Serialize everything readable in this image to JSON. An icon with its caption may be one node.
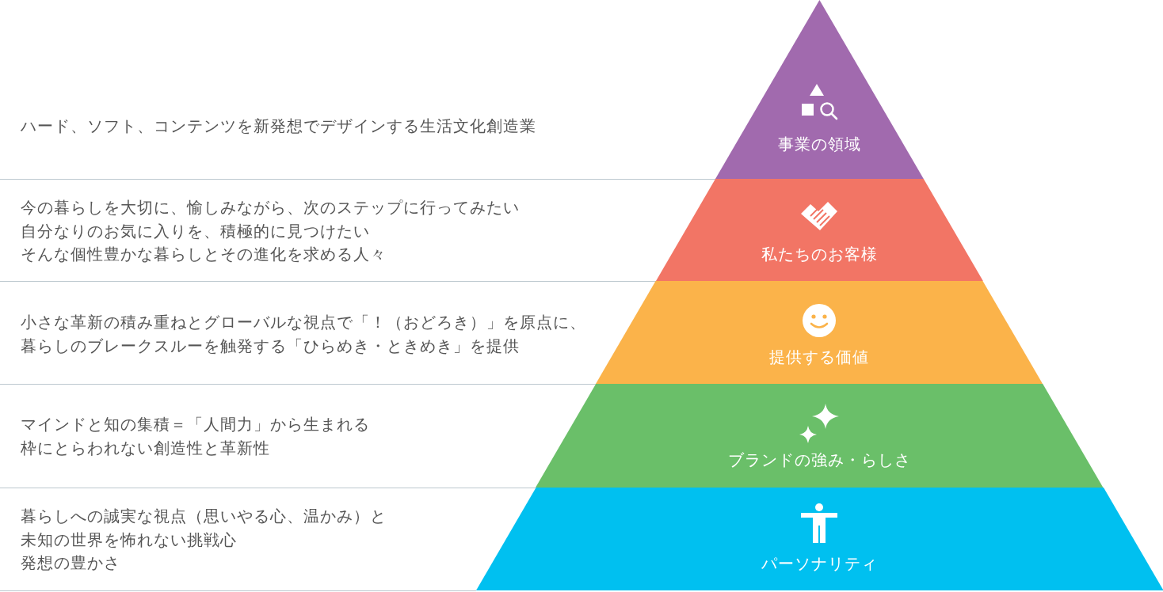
{
  "diagram": {
    "nodes": [
      {
        "text": [
          "事業の領域"
        ]
      },
      {
        "text": [
          "私たちのお客様"
        ]
      },
      {
        "text": [
          "提供する価値"
        ]
      },
      {
        "text": [
          "ブランドの強み・らしさ"
        ]
      },
      {
        "text": [
          "パーソナリティ"
        ]
      }
    ],
    "labels": [
      "ハード、ソフト、コンテンツを新発想でデザインする生活文化創造業",
      "今の暮らしを大切に、愉しみながら、次のステップに行ってみたい",
      "自分なりのお気に入りを、積極的に見つけたい",
      "そんな個性豊かな暮らしとその進化を求める人々",
      "小さな革新の積み重ねとグローバルな視点で「！（おどろき）」を原点に、暮らしのブレークスルーを触発する「ひらめき・ときめき」を提供",
      "マインドと知の集積＝「人間力」から生まれる枠にとらわれない創造性と革新性",
      "暮らしへの誠実な視点（思いやる心、温かみ）と",
      "未知の世界を怖れない挑戦心",
      "発想の豊かさ"
    ]
  }
}
